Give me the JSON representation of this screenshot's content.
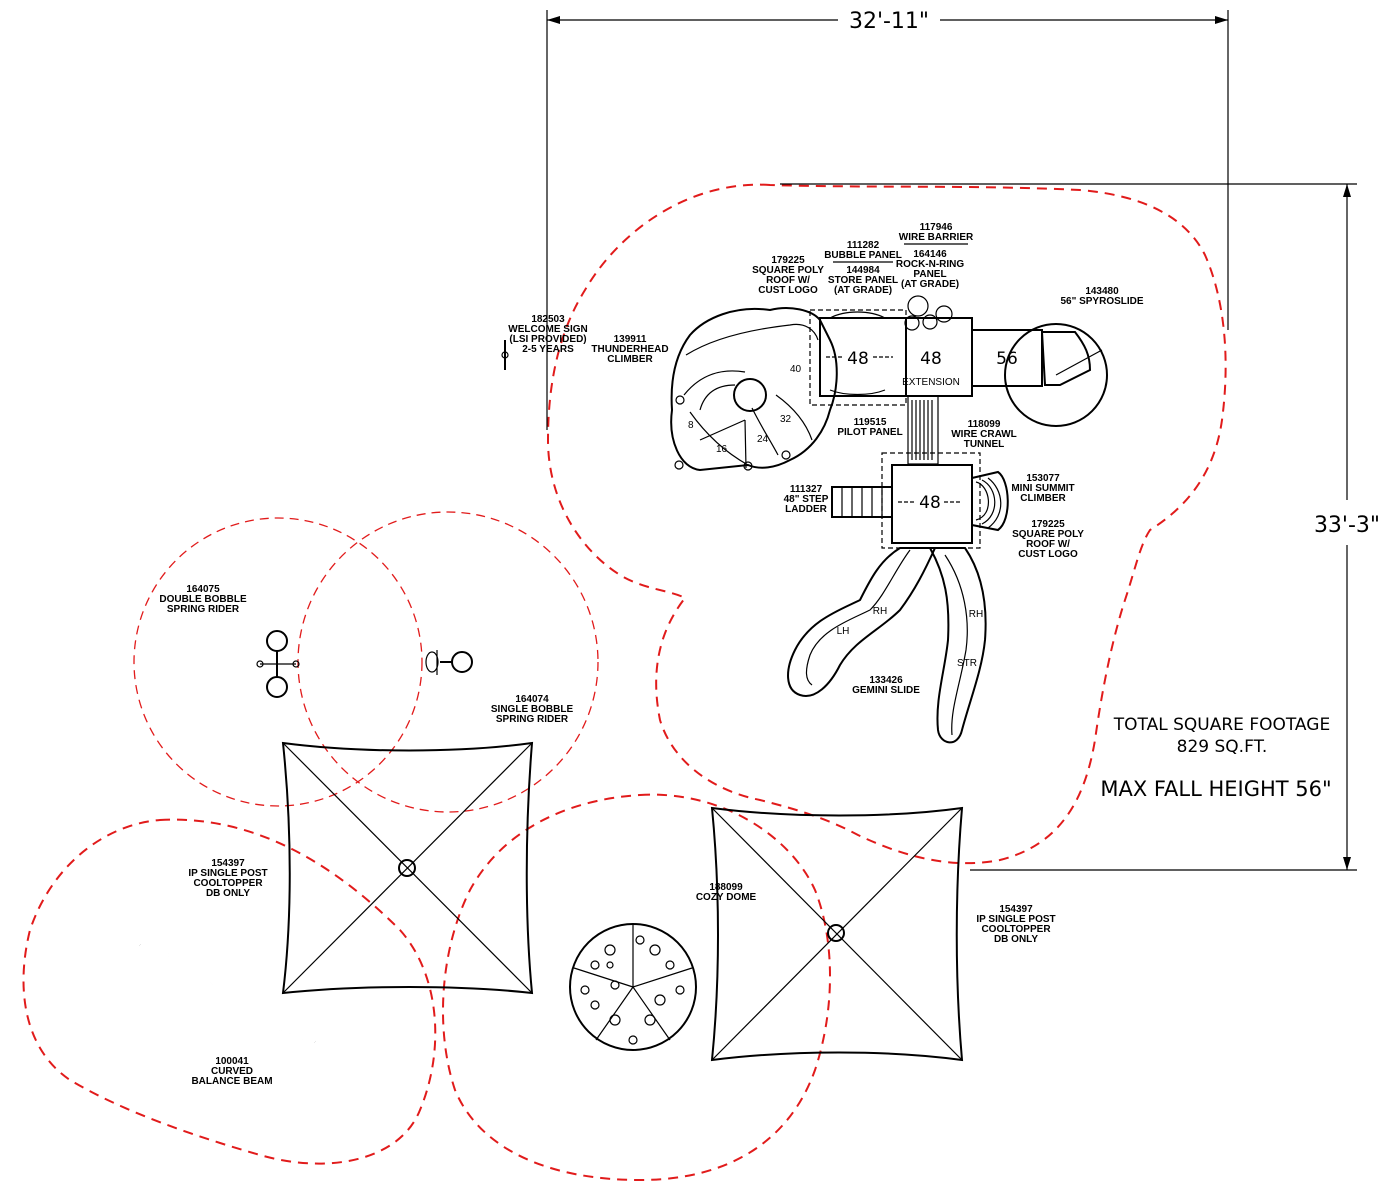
{
  "dimensions": {
    "width_label": "32'-11\"",
    "height_label": "33'-3\""
  },
  "summary": {
    "footage_title": "TOTAL SQUARE FOOTAGE",
    "footage_value": "829 SQ.FT.",
    "fall_height": "MAX FALL HEIGHT 56\""
  },
  "components": {
    "welcome_sign": [
      "182503",
      "WELCOME SIGN",
      "(LSI PROVIDED)",
      "2-5 YEARS"
    ],
    "thunderhead": [
      "139911",
      "THUNDERHEAD",
      "CLIMBER"
    ],
    "roof_top": [
      "179225",
      "SQUARE POLY",
      "ROOF W/",
      "CUST LOGO"
    ],
    "bubble_panel": [
      "111282",
      "BUBBLE PANEL"
    ],
    "store_panel": [
      "144984",
      "STORE PANEL",
      "(AT GRADE)"
    ],
    "wire_barrier": [
      "117946",
      "WIRE BARRIER"
    ],
    "rock_ring": [
      "164146",
      "ROCK-N-RING",
      "PANEL",
      "(AT GRADE)"
    ],
    "spyroslide": [
      "143480",
      "56\" SPYROSLIDE"
    ],
    "pilot_panel": [
      "119515",
      "PILOT PANEL"
    ],
    "wire_tunnel": [
      "118099",
      "WIRE CRAWL",
      "TUNNEL"
    ],
    "step_ladder": [
      "111327",
      "48\" STEP",
      "LADDER"
    ],
    "mini_summit": [
      "153077",
      "MINI SUMMIT",
      "CLIMBER"
    ],
    "roof_bottom": [
      "179225",
      "SQUARE POLY",
      "ROOF W/",
      "CUST LOGO"
    ],
    "gemini_slide": [
      "133426",
      "GEMINI SLIDE"
    ],
    "double_bobble": [
      "164075",
      "DOUBLE BOBBLE",
      "SPRING RIDER"
    ],
    "single_bobble": [
      "164074",
      "SINGLE BOBBLE",
      "SPRING RIDER"
    ],
    "cooltopper_left": [
      "154397",
      "IP SINGLE POST",
      "COOLTOPPER",
      "DB ONLY"
    ],
    "cozy_dome": [
      "188099",
      "COZY DOME"
    ],
    "cooltopper_right": [
      "154397",
      "IP SINGLE POST",
      "COOLTOPPER",
      "DB ONLY"
    ],
    "balance_beam": [
      "100041",
      "CURVED",
      "BALANCE BEAM"
    ]
  },
  "deck_heights": {
    "deck_a": "48",
    "deck_b": "48",
    "extension_label": "EXTENSION",
    "deck_c": "56",
    "deck_d": "48",
    "slide_lh": "LH",
    "slide_rh_a": "RH",
    "slide_rh_b": "RH",
    "slide_str": "STR",
    "climber_segments": [
      "40",
      "32",
      "24",
      "16",
      "8"
    ]
  },
  "colors": {
    "use_zone": "#e11b1b",
    "linework": "#000000"
  }
}
